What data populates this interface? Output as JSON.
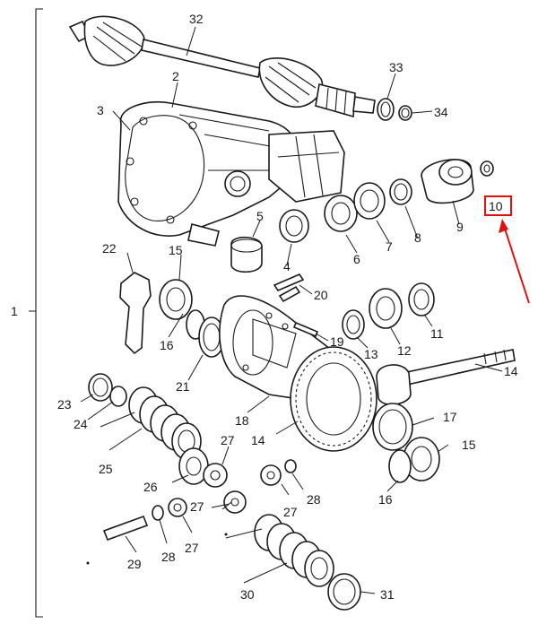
{
  "labels": {
    "l1": "1",
    "l2": "2",
    "l3": "3",
    "l4": "4",
    "l5": "5",
    "l6": "6",
    "l7": "7",
    "l8": "8",
    "l9": "9",
    "l10": "10",
    "l11": "11",
    "l12": "12",
    "l13": "13",
    "l14a": "14",
    "l14b": "14",
    "l15a": "15",
    "l15b": "15",
    "l16a": "16",
    "l16b": "16",
    "l17": "17",
    "l18": "18",
    "l19": "19",
    "l20": "20",
    "l21": "21",
    "l22": "22",
    "l23": "23",
    "l24": "24",
    "l25": "25",
    "l26": "26",
    "l27a": "27",
    "l27b": "27",
    "l27c": "27",
    "l27d": "27",
    "l28a": "28",
    "l28b": "28",
    "l29": "29",
    "l30": "30",
    "l31": "31",
    "l32": "32",
    "l33": "33",
    "l34": "34"
  },
  "highlight": {
    "color": "#e01010",
    "part": "10"
  }
}
